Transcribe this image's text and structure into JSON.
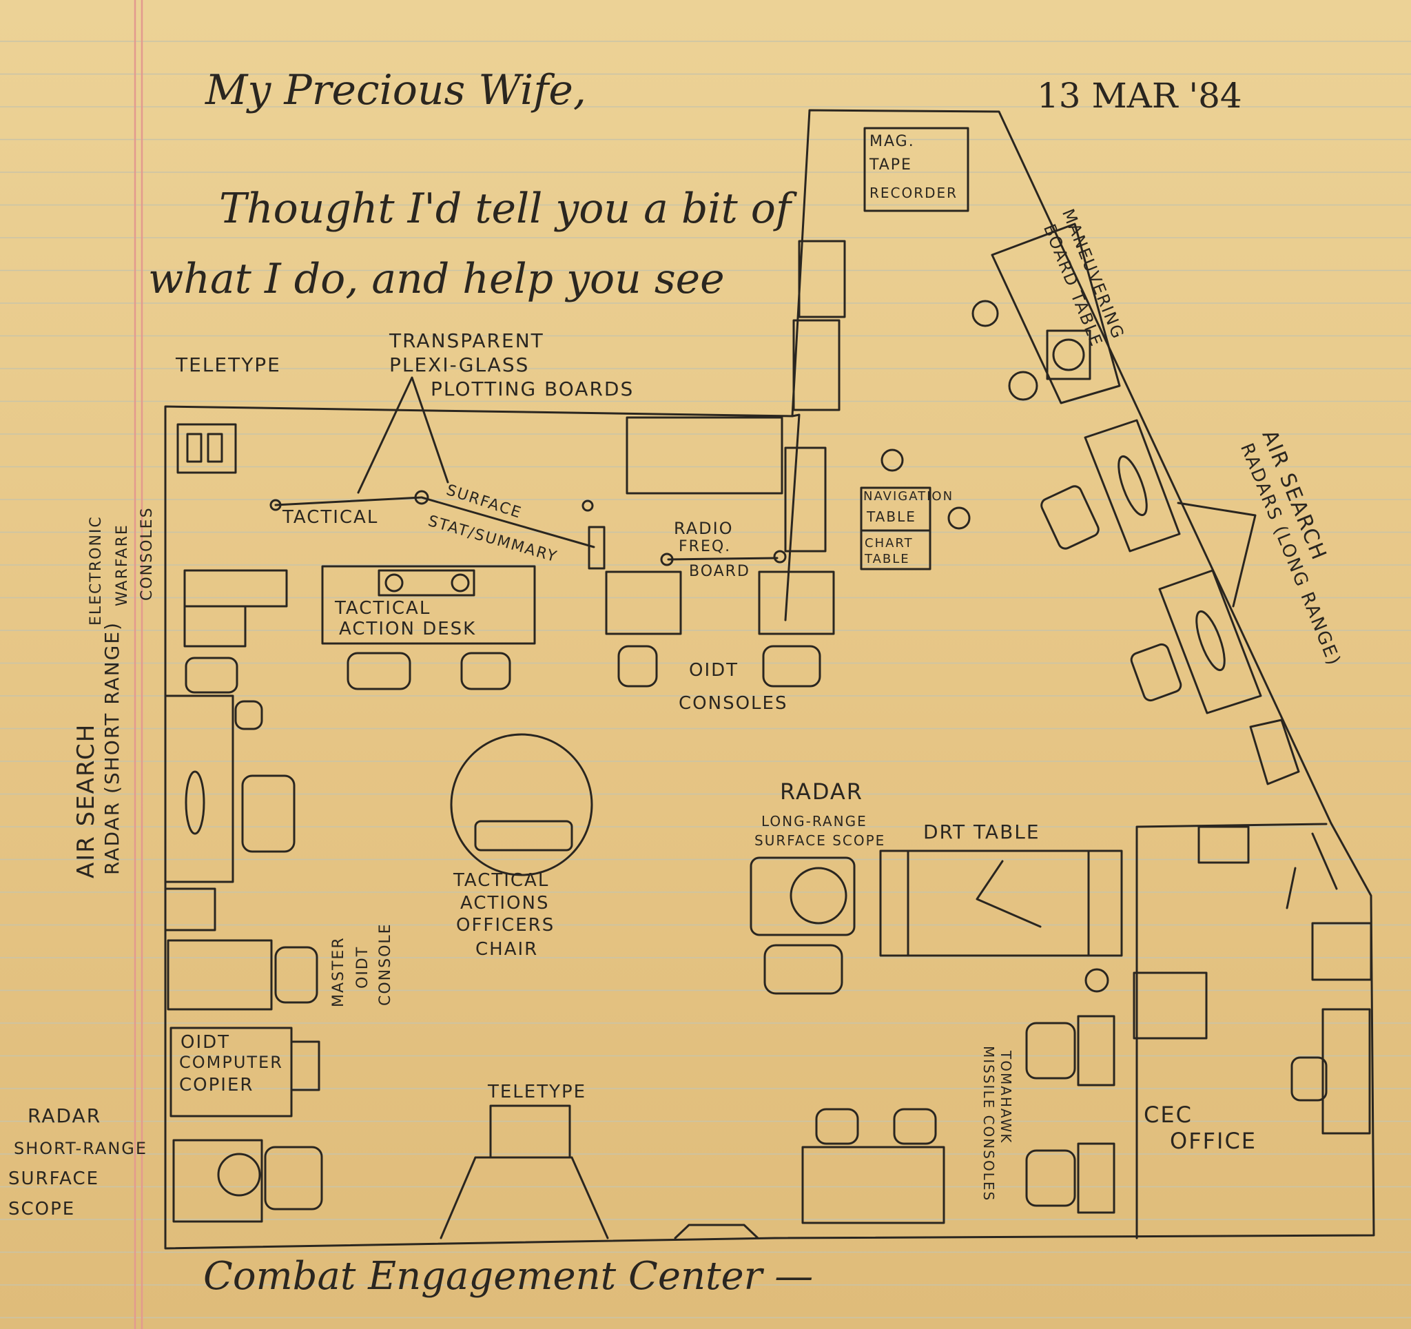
{
  "letter": {
    "salutation": "My Precious Wife,",
    "date": "13 MAR '84",
    "body_line_1": "Thought I'd tell you a bit of",
    "body_line_2": "what I do, and help you see",
    "footer_title": "Combat Engagement Center —"
  },
  "labels": {
    "teletype_top": "TELETYPE",
    "plexi_1": "TRANSPARENT",
    "plexi_2": "PLEXI-GLASS",
    "plexi_3": "PLOTTING BOARDS",
    "tactical": "TACTICAL",
    "surface": "SURFACE",
    "stat_summary": "STAT/SUMMARY",
    "radio_1": "RADIO",
    "radio_2": "FREQ.",
    "radio_3": "BOARD",
    "mag_1": "MAG.",
    "mag_2": "TAPE",
    "mag_3": "RECORDER",
    "maneuvering_1": "MANEUVERING",
    "maneuvering_2": "BOARD TABLE",
    "navigation": "NAVIGATION",
    "nav_table": "TABLE",
    "chart_table_1": "CHART",
    "chart_table_2": "TABLE",
    "air_long_1": "AIR SEARCH",
    "air_long_2": "RADARS (LONG RANGE)",
    "ew_1": "ELECTRONIC",
    "ew_2": "WARFARE",
    "ew_3": "CONSOLES",
    "tad_1": "TACTICAL",
    "tad_2": "ACTION DESK",
    "oidt_1": "OIDT",
    "oidt_2": "CONSOLES",
    "air_short_1": "AIR SEARCH",
    "air_short_2": "RADAR (SHORT RANGE)",
    "chair_1": "TACTICAL",
    "chair_2": "ACTIONS",
    "chair_3": "OFFICERS",
    "chair_4": "CHAIR",
    "radar_long_1": "RADAR",
    "radar_long_2": "LONG-RANGE",
    "radar_long_3": "SURFACE SCOPE",
    "drt": "DRT TABLE",
    "master_1": "MASTER",
    "master_2": "OIDT",
    "master_3": "CONSOLE",
    "copier_1": "OIDT",
    "copier_2": "COMPUTER",
    "copier_3": "COPIER",
    "radar_short_1": "RADAR",
    "radar_short_2": "SHORT-RANGE",
    "radar_short_3": "SURFACE",
    "radar_short_4": "SCOPE",
    "teletype_bottom": "TELETYPE",
    "tomahawk_1": "TOMAHAWK",
    "tomahawk_2": "MISSILE CONSOLES",
    "cec_1": "CEC",
    "cec_2": "OFFICE"
  }
}
